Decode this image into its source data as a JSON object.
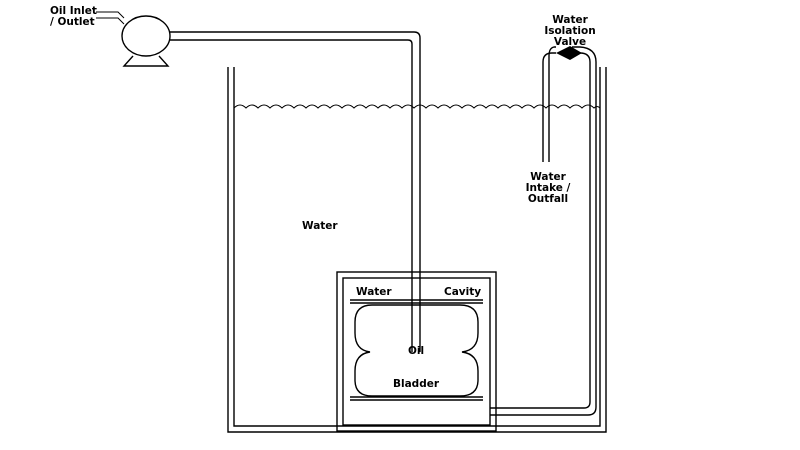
{
  "labels": {
    "oil_inlet_line1": "Oil Inlet",
    "oil_inlet_line2": "/ Outlet",
    "valve_line1": "Water",
    "valve_line2": "Isolation",
    "valve_line3": "Valve",
    "intake_line1": "Water",
    "intake_line2": "Intake /",
    "intake_line3": "Outfall",
    "tank_water": "Water",
    "cavity_left": "Water",
    "cavity_right": "Cavity",
    "bladder_oil": "Oil",
    "bladder_name": "Bladder"
  },
  "colors": {
    "stroke": "#000000",
    "background": "#ffffff",
    "valve_fill": "#000000"
  },
  "icons": {
    "pump": "pump-icon",
    "valve": "valve-icon"
  }
}
